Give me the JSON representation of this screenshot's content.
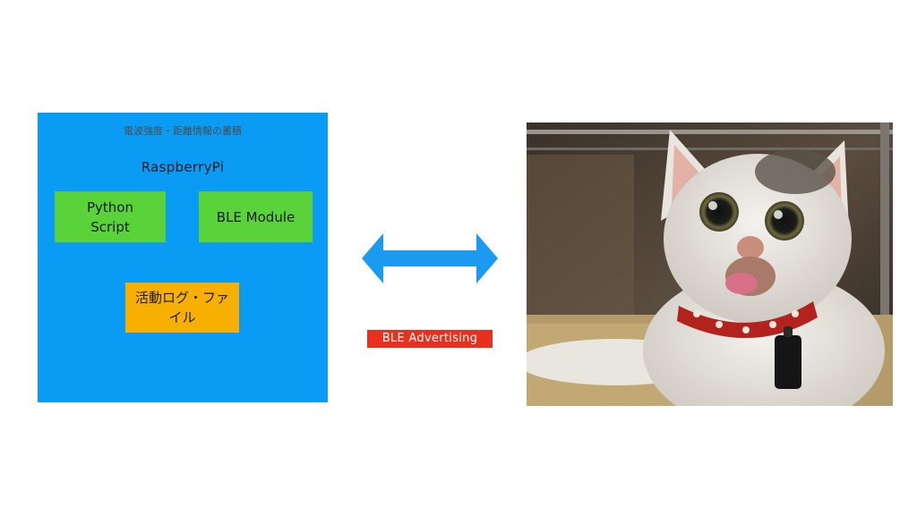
{
  "pi_panel": {
    "caption": "電波強度・距離情報の蓄積",
    "title": "RaspberryPi",
    "python_box": {
      "line1": "Python",
      "line2": "Script"
    },
    "ble_module_box": {
      "label": "BLE Module"
    },
    "log_box": {
      "line1": "活動ログ・ファ",
      "line2": "イル"
    }
  },
  "connection": {
    "arrow_icon": "double-headed-arrow-icon",
    "label": "BLE Advertising"
  },
  "photo": {
    "subject": "cat-with-ble-tag-photo"
  },
  "colors": {
    "panel_blue": "#0a9bf5",
    "module_green": "#5ad33a",
    "log_orange": "#f7b000",
    "label_red": "#e8301e",
    "arrow_blue": "#1a9bf0"
  }
}
